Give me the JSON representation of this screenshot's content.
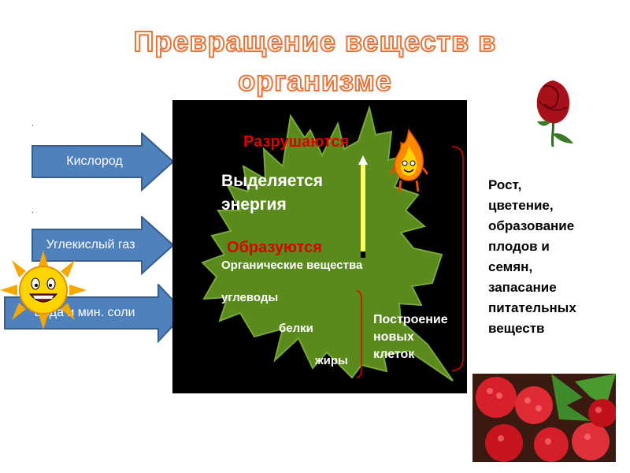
{
  "slide": {
    "title_line1": "Превращение веществ в",
    "title_line2": "организме"
  },
  "inputs": [
    {
      "label": "Кислород"
    },
    {
      "label": "Углекислый газ"
    },
    {
      "label": "Вода и мин. соли"
    }
  ],
  "bullet_marks": [
    ".",
    "."
  ],
  "leaf": {
    "destroyed": "Разрушаются",
    "energy_line1": "Выделяется",
    "energy_line2": "энергия",
    "formed": "Образуются",
    "organic": "Органические вещества",
    "carbs": "углеводы",
    "proteins": "белки",
    "fats": "жиры",
    "build_line1": "Построение",
    "build_line2": "новых",
    "build_line3": "клеток"
  },
  "right_text": {
    "lines": [
      "Рост,",
      "цветение,",
      "образование",
      "плодов и",
      "семян,",
      "запасание",
      "питательных",
      "веществ"
    ]
  },
  "colors": {
    "arrow_fill": "#4f81bd",
    "arrow_stroke": "#385d8a",
    "leaf_green": "#5a8a1c",
    "leaf_edge": "#7aa83a",
    "title_outline": "#e8753a",
    "bracket_red": "#e00000"
  },
  "images": {
    "rose": "rose-flower-image",
    "berries": "raspberries-image",
    "sun": "smiling-sun-image",
    "flame": "flame-character-image"
  }
}
